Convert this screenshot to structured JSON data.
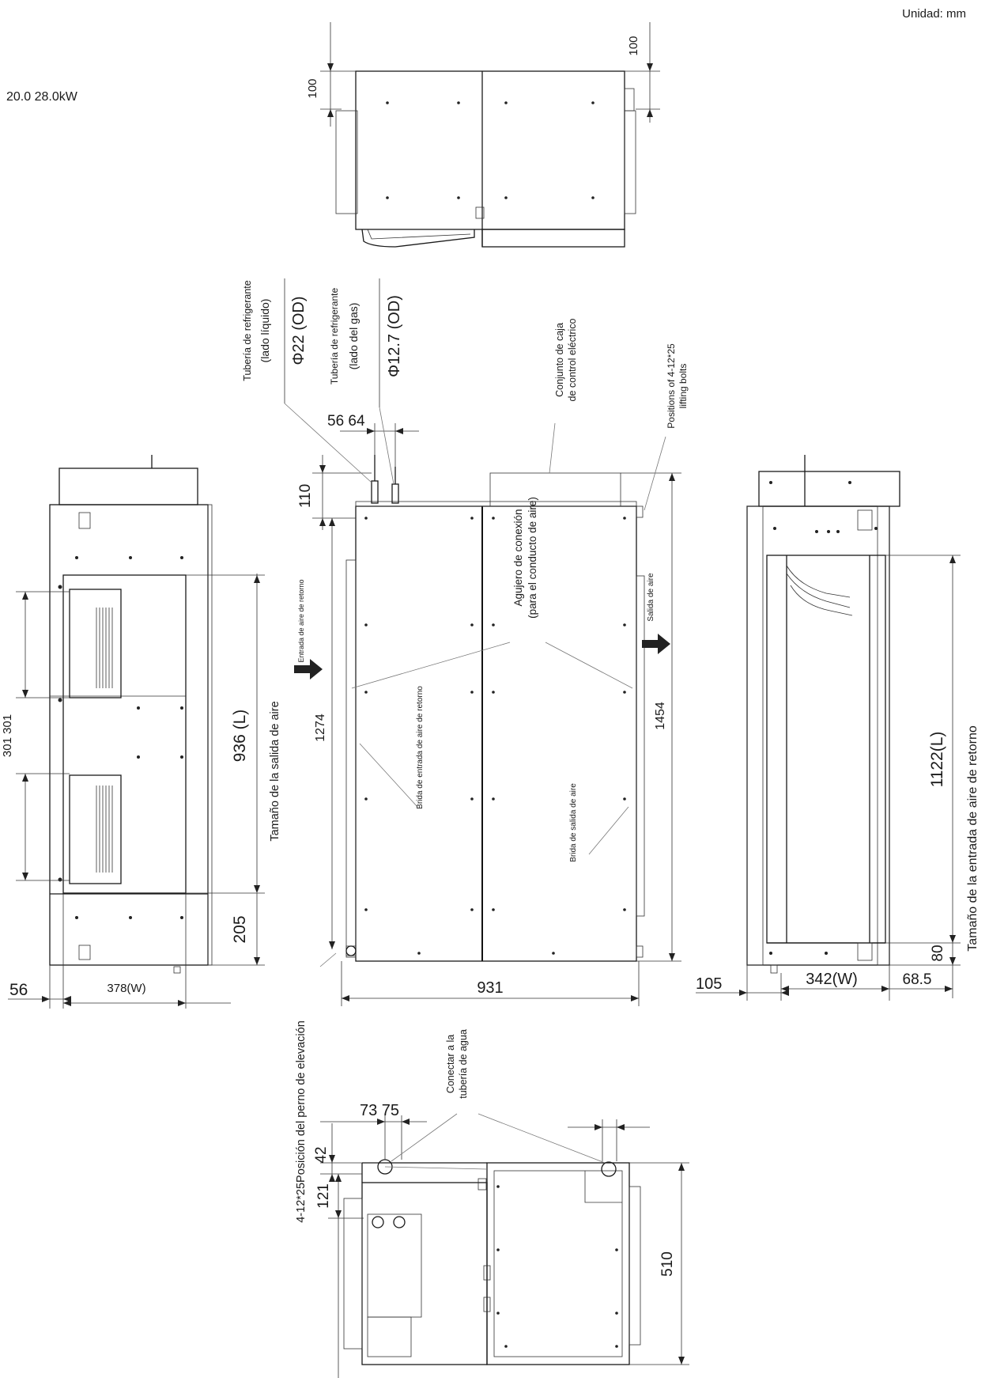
{
  "header": {
    "unit": "Unidad: mm",
    "capacity": "20.0    28.0kW"
  },
  "top_view": {
    "dim_left": "100",
    "dim_right": "100"
  },
  "front_view": {
    "pipe_liquid_label_1": "Tubería de refrigerante",
    "pipe_liquid_label_2": "(lado líquido)",
    "pipe_liquid_size": "Φ22 (OD)",
    "pipe_gas_label_1": "Tubería de refrigerante",
    "pipe_gas_label_2": "(lado del gas)",
    "pipe_gas_size": "Φ12.7 (OD)",
    "control_box_1": "Conjunto de caja",
    "control_box_2": "de control eléctrico",
    "lifting_bolts_1": "Positions of 4-12*25",
    "lifting_bolts_2": "lifting bolts",
    "dim_56_64": "56 64",
    "dim_110": "110",
    "dim_1274": "1274",
    "dim_1454": "1454",
    "dim_931": "931",
    "return_inlet": "Entrada de aire de retorno",
    "air_outlet": "Salida de aire",
    "duct_hole_1": "Agujero de conexión",
    "duct_hole_2": "(para el conducto de aire)",
    "return_flange": "Brida de entrada de aire de retorno",
    "outlet_flange": "Brida de salida de aire",
    "lifting_bolt_pos": "4-12*25Posición del perno de elevación"
  },
  "left_view": {
    "dim_936": "936 (L)",
    "dim_205": "205",
    "dim_301": "301 301",
    "dim_56": "56",
    "dim_378": "378(W)",
    "outlet_size": "Tamaño de la salida de aire"
  },
  "right_view": {
    "dim_1122": "1122(L)",
    "dim_80": "80",
    "dim_105": "105",
    "dim_342": "342(W)",
    "dim_68": "68.5",
    "return_size": "Tamaño de la entrada de aire de retorno"
  },
  "bottom_view": {
    "dim_73_75": "73 75",
    "dim_42": "42",
    "dim_121": "121",
    "dim_510": "510",
    "water_pipe_1": "Conectar a la",
    "water_pipe_2": "tubería de agua"
  }
}
